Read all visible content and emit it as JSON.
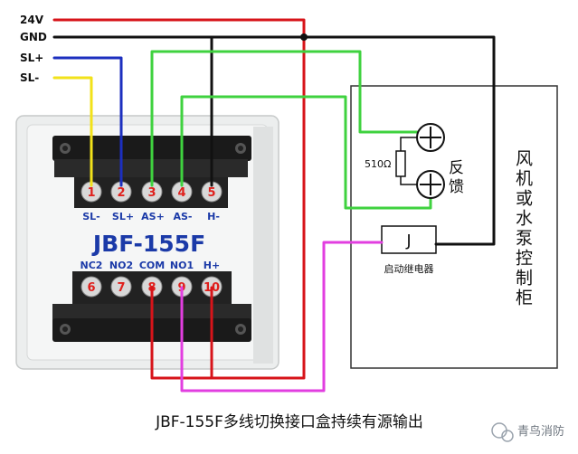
{
  "wires": {
    "v24": "24V",
    "gnd": "GND",
    "sl_plus": "SL+",
    "sl_minus": "SL-"
  },
  "module": {
    "model": "JBF-155F",
    "top_terminals": [
      {
        "num": "1",
        "label": "SL-"
      },
      {
        "num": "2",
        "label": "SL+"
      },
      {
        "num": "3",
        "label": "AS+"
      },
      {
        "num": "4",
        "label": "AS-"
      },
      {
        "num": "5",
        "label": "H-"
      }
    ],
    "bottom_terminals": [
      {
        "num": "6",
        "label": "NC2"
      },
      {
        "num": "7",
        "label": "NO2"
      },
      {
        "num": "8",
        "label": "COM"
      },
      {
        "num": "9",
        "label": "NO1"
      },
      {
        "num": "10",
        "label": "H+"
      }
    ]
  },
  "equipment": {
    "resistor": "510Ω",
    "feedback": "反馈",
    "relay_symbol": "J",
    "relay_label": "启动继电器",
    "controller": "风机或水泵控制柜"
  },
  "caption": "JBF-155F多线切换接口盒持续有源输出",
  "watermark": "青鸟消防",
  "colors": {
    "v24": "#d7141a",
    "gnd": "#111111",
    "sl_plus": "#1c2fbf",
    "sl_minus": "#f2e21a",
    "feedback": "#3fd23f",
    "relay": "#e23ee0",
    "terminal_text": "#1b3aa8",
    "terminal_num": "#e0201c"
  }
}
